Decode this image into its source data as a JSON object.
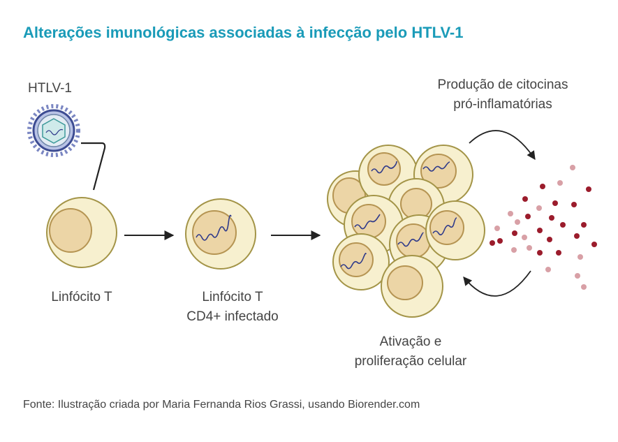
{
  "title": "Alterações imunológicas associadas à infecção pelo HTLV-1",
  "labels": {
    "virus": "HTLV-1",
    "cell1": "Linfócito T",
    "cell2_line1": "Linfócito T",
    "cell2_line2": "CD4+ infectado",
    "cluster_line1": "Ativação e",
    "cluster_line2": "proliferação celular",
    "cytokines_line1": "Produção de citocinas",
    "cytokines_line2": "pró-inflamatórias"
  },
  "source": "Fonte: Ilustração criada por Maria Fernanda Rios Grassi, usando Biorender.com",
  "colors": {
    "title": "#1a9bb8",
    "cell_membrane": "#f7f0cf",
    "nucleus": "#ecd5a6",
    "dna": "#2f3a8a",
    "cytokine_dark": "#9b1c2c",
    "cytokine_light": "#d8a0a6"
  }
}
